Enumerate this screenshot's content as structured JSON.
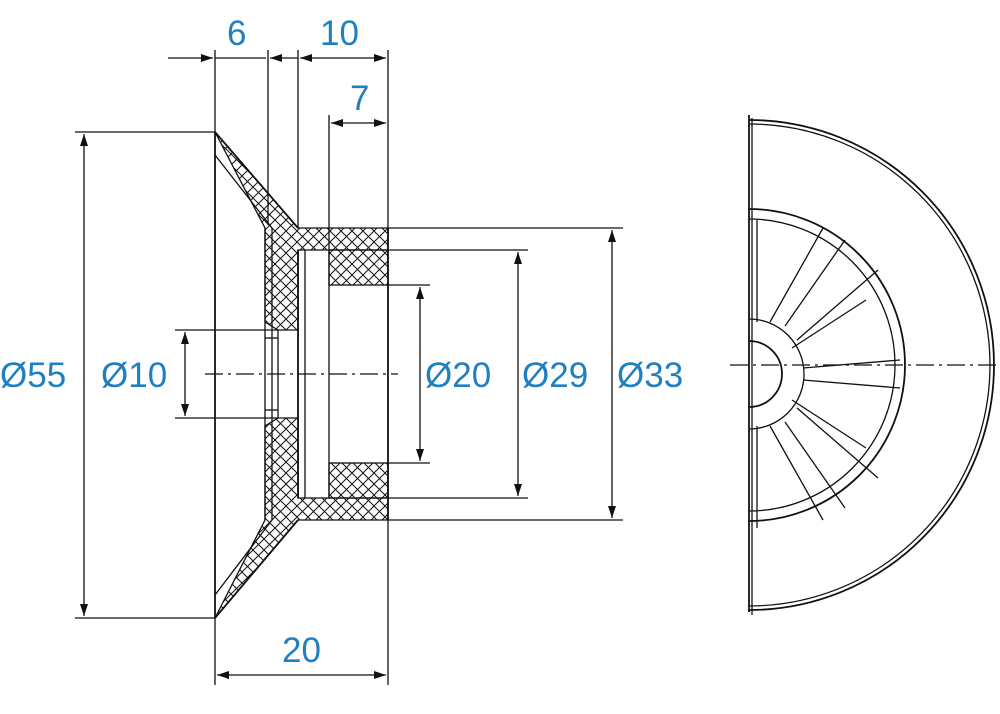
{
  "dimensions": {
    "d55": "Ø55",
    "d10": "Ø10",
    "d20": "Ø20",
    "d29": "Ø29",
    "d33": "Ø33",
    "w6": "6",
    "w10": "10",
    "w7": "7",
    "w20": "20"
  },
  "colors": {
    "dimension_text": "#1f7fc0",
    "lines": "#111111"
  }
}
